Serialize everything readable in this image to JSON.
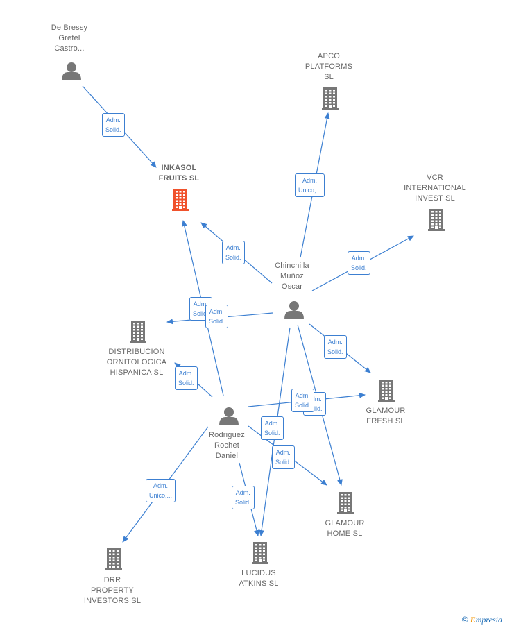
{
  "colors": {
    "edge": "#3c7fd1",
    "person_icon": "#777777",
    "company_icon": "#777777",
    "main_company_icon": "#f0522c",
    "label_text": "#666666"
  },
  "persons": [
    {
      "id": "debressy",
      "lines": [
        "De Bressy",
        "Gretel",
        "Castro..."
      ]
    },
    {
      "id": "chinchilla",
      "lines": [
        "Chinchilla",
        "Muñoz",
        "Oscar"
      ]
    },
    {
      "id": "rodriguez",
      "lines": [
        "Rodriguez",
        "Rochet",
        "Daniel"
      ]
    }
  ],
  "companies": [
    {
      "id": "inkasol",
      "lines": [
        "INKASOL",
        "FRUITS  SL"
      ],
      "main": true
    },
    {
      "id": "apco",
      "lines": [
        "APCO",
        "PLATFORMS",
        "SL"
      ]
    },
    {
      "id": "vcr",
      "lines": [
        "VCR",
        "INTERNATIONAL",
        "INVEST  SL"
      ]
    },
    {
      "id": "distribucion",
      "lines": [
        "DISTRIBUCION",
        "ORNITOLOGICA",
        "HISPANICA  SL"
      ]
    },
    {
      "id": "glamourfresh",
      "lines": [
        "GLAMOUR",
        "FRESH  SL"
      ]
    },
    {
      "id": "glamourhome",
      "lines": [
        "GLAMOUR",
        "HOME  SL"
      ]
    },
    {
      "id": "lucidus",
      "lines": [
        "LUCIDUS",
        "ATKINS  SL"
      ]
    },
    {
      "id": "drr",
      "lines": [
        "DRR",
        "PROPERTY",
        "INVESTORS  SL"
      ]
    }
  ],
  "edges": [
    {
      "from": "debressy",
      "to": "inkasol",
      "label": [
        "Adm.",
        "Solid."
      ]
    },
    {
      "from": "chinchilla",
      "to": "apco",
      "label": [
        "Adm.",
        "Unico,..."
      ]
    },
    {
      "from": "chinchilla",
      "to": "vcr",
      "label": [
        "Adm.",
        "Solid."
      ]
    },
    {
      "from": "chinchilla",
      "to": "inkasol",
      "label": [
        "Adm.",
        "Solid."
      ]
    },
    {
      "from": "chinchilla",
      "to": "distribucion",
      "label": [
        "Adm.",
        "Solid."
      ]
    },
    {
      "from": "chinchilla",
      "to": "glamourfresh",
      "label": [
        "Adm.",
        "Solid."
      ]
    },
    {
      "from": "chinchilla",
      "to": "glamourhome",
      "label": [
        "Adm.",
        "Solid."
      ]
    },
    {
      "from": "chinchilla",
      "to": "lucidus",
      "label": [
        "Adm.",
        "Solid."
      ]
    },
    {
      "from": "rodriguez",
      "to": "inkasol",
      "label": [
        "Adm.",
        "Solid."
      ]
    },
    {
      "from": "rodriguez",
      "to": "distribucion",
      "label": [
        "Adm.",
        "Solid."
      ]
    },
    {
      "from": "rodriguez",
      "to": "glamourfresh",
      "label": [
        "Adm.",
        "Solid."
      ]
    },
    {
      "from": "rodriguez",
      "to": "glamourhome",
      "label": [
        "Adm.",
        "Solid."
      ]
    },
    {
      "from": "rodriguez",
      "to": "lucidus",
      "label": [
        "Adm.",
        "Solid."
      ]
    },
    {
      "from": "rodriguez",
      "to": "drr",
      "label": [
        "Adm.",
        "Unico,..."
      ]
    }
  ],
  "copyright": {
    "symbol": "©",
    "brand_initial": "E",
    "brand_rest": "mpresia"
  }
}
